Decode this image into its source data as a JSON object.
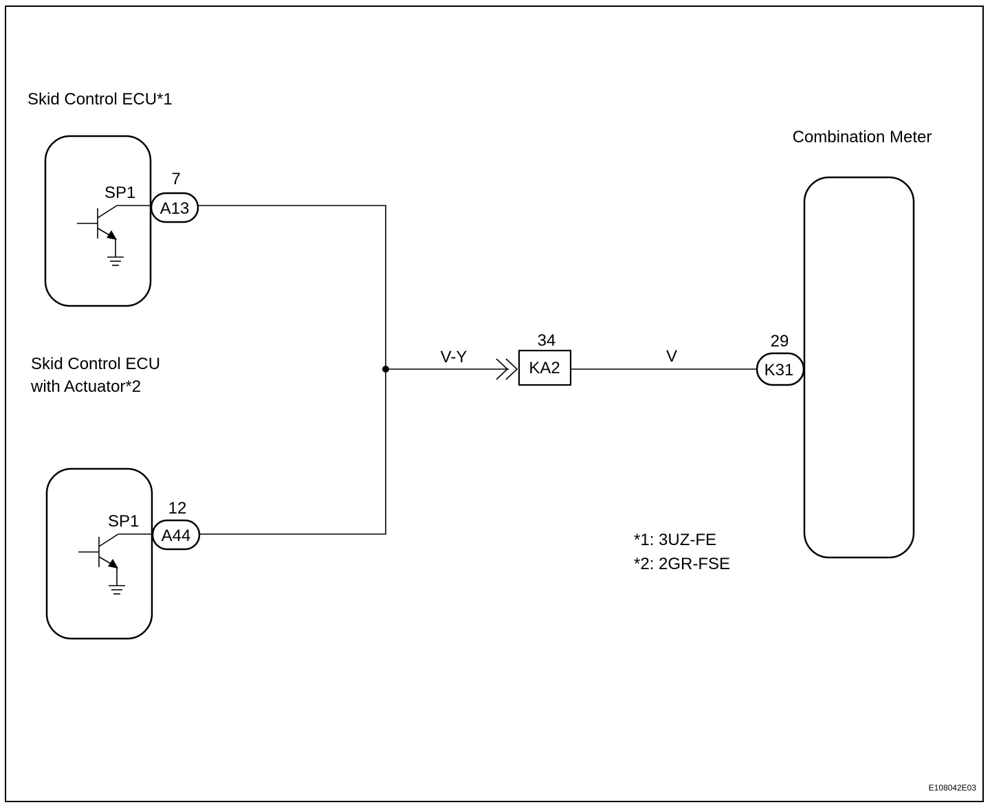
{
  "components": {
    "ecu1": {
      "title": "Skid Control ECU*1",
      "terminal_label": "SP1",
      "connector": "A13",
      "pin": "7"
    },
    "ecu2": {
      "title_line1": "Skid Control ECU",
      "title_line2": "with Actuator*2",
      "terminal_label": "SP1",
      "connector": "A44",
      "pin": "12"
    },
    "junction": {
      "connector": "KA2",
      "pin": "34"
    },
    "meter": {
      "title": "Combination Meter",
      "connector": "K31",
      "pin": "29"
    }
  },
  "wires": {
    "left": "V-Y",
    "right": "V"
  },
  "notes": {
    "line1": "*1: 3UZ-FE",
    "line2": "*2: 2GR-FSE"
  },
  "figure_id": "E108042E03"
}
